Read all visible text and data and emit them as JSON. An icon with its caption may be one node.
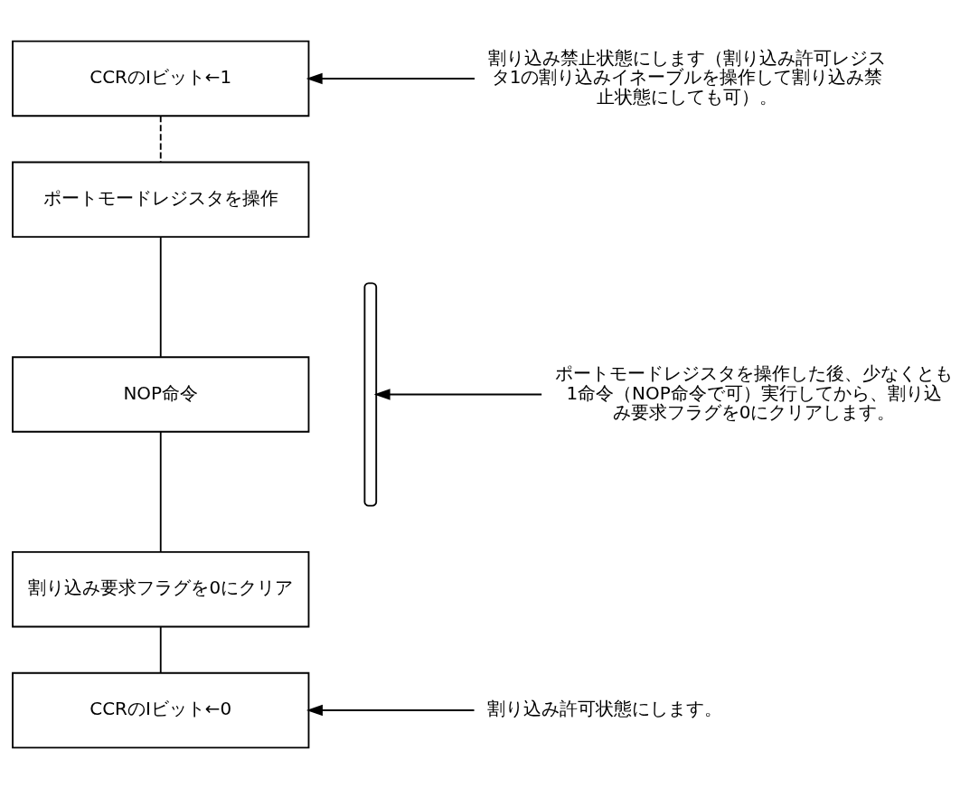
{
  "diagram": {
    "nodes": [
      {
        "text": [
          "CCRのIビット←1"
        ]
      },
      {
        "text": [
          "ポートモードレジスタを操作"
        ]
      },
      {
        "text": [
          "NOP命令"
        ]
      },
      {
        "text": [
          "割り込み要求フラグを0にクリア"
        ]
      },
      {
        "text": [
          "CCRのIビット←0"
        ]
      },
      {
        "text": [
          "割り込み禁止状態にします（割り込み許可レジスタ1の割り込みイネーブルを操作して割り込み禁止状態にしても可）。"
        ]
      },
      {
        "text": [],
        "shape": "brace"
      },
      {
        "text": [
          "ポートモードレジスタを操作した後、少なくとも1命令（NOP命令で可）実行してから、割り込み要求フラグを0にクリアします。"
        ]
      },
      {
        "text": [
          "割り込み許可状態にします。"
        ]
      }
    ],
    "edges": [
      {
        "from": 0,
        "to": 1,
        "arrow": "none",
        "style": "dashed"
      },
      {
        "from": 1,
        "to": 2,
        "arrow": "none"
      },
      {
        "from": 2,
        "to": 3,
        "arrow": "none"
      },
      {
        "from": 3,
        "to": 4,
        "arrow": "none"
      },
      {
        "from": 5,
        "to": 0,
        "arrow": "to"
      },
      {
        "from": 7,
        "to": 6,
        "arrow": "to"
      },
      {
        "from": 8,
        "to": 4,
        "arrow": "to"
      }
    ]
  }
}
